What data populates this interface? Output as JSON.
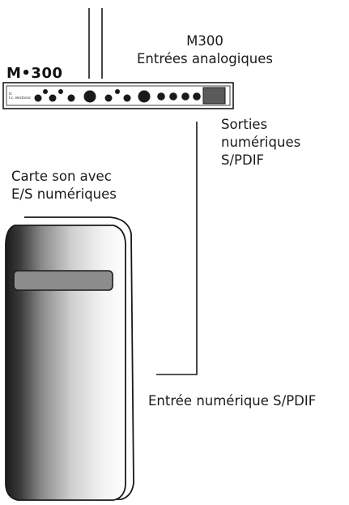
{
  "device": {
    "model_label": "M•300",
    "brand_tag_line1": "tc",
    "brand_tag_line2": "t.c. electronic"
  },
  "labels": {
    "device_title": "M300",
    "analog_inputs": "Entrées analogiques",
    "digital_outputs_line1": "Sorties",
    "digital_outputs_line2": "numériques",
    "digital_outputs_line3": "S/PDIF",
    "soundcard_line1": "Carte son avec",
    "soundcard_line2": "E/S numériques",
    "digital_input": "Entrée numérique S/PDIF"
  },
  "colors": {
    "line": "#1a1a1a",
    "drive_bay": "#8c8c8c"
  }
}
